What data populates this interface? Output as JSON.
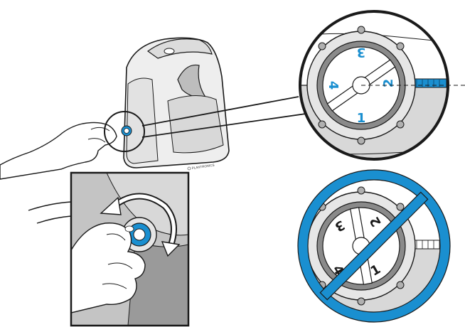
{
  "diagram": {
    "colors": {
      "accent": "#1a8fd0",
      "outline": "#1a1a1a",
      "gray_fill": "#d8d8d8",
      "dark_gray": "#9a9a9a",
      "white": "#ffffff"
    },
    "device": {
      "brand_mark": "PLANTRONICS"
    },
    "correct_view": {
      "dial_numbers": [
        "3",
        "2",
        "1",
        "4"
      ],
      "status": "correct"
    },
    "incorrect_view": {
      "dial_numbers": [
        "3",
        "2",
        "1",
        "4"
      ],
      "status": "prohibited",
      "icon": "prohibition-icon"
    },
    "inset": {
      "icon": "rotate-arrow-icon"
    }
  }
}
